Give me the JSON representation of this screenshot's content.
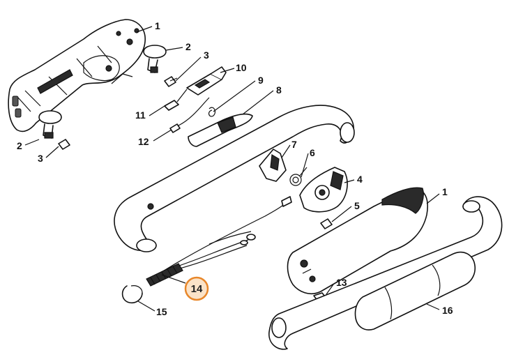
{
  "diagram": {
    "callouts": [
      {
        "id": "c1a",
        "label": "1"
      },
      {
        "id": "c2a",
        "label": "2"
      },
      {
        "id": "c3a",
        "label": "3"
      },
      {
        "id": "c10",
        "label": "10"
      },
      {
        "id": "c9",
        "label": "9"
      },
      {
        "id": "c8",
        "label": "8"
      },
      {
        "id": "c11",
        "label": "11"
      },
      {
        "id": "c12",
        "label": "12"
      },
      {
        "id": "c2b",
        "label": "2"
      },
      {
        "id": "c3b",
        "label": "3"
      },
      {
        "id": "c7",
        "label": "7"
      },
      {
        "id": "c6",
        "label": "6"
      },
      {
        "id": "c4",
        "label": "4"
      },
      {
        "id": "c5",
        "label": "5"
      },
      {
        "id": "c1b",
        "label": "1"
      },
      {
        "id": "c13",
        "label": "13"
      },
      {
        "id": "c16",
        "label": "16"
      },
      {
        "id": "c15",
        "label": "15"
      },
      {
        "id": "c14",
        "label": "14",
        "highlighted": true
      }
    ],
    "highlight_color": "#e8872a"
  }
}
